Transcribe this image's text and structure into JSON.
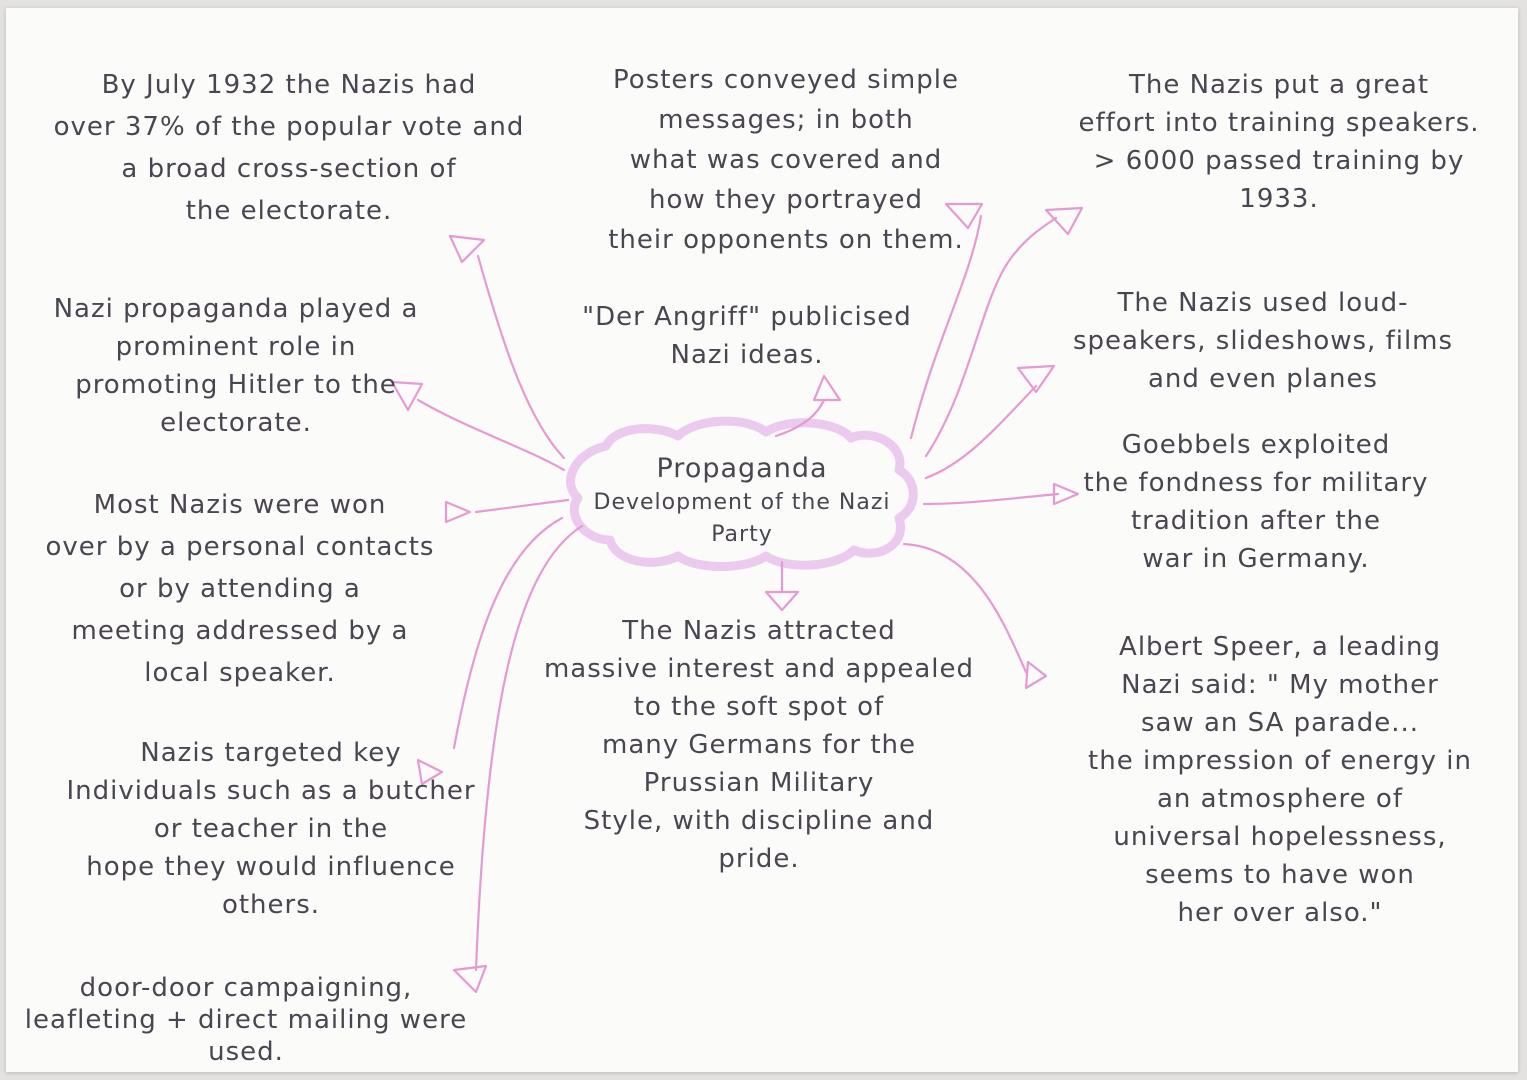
{
  "colors": {
    "ink": "#4a4550",
    "arrow": "#e59ad3",
    "cloud": "#ecc9ee",
    "paper": "#fbfbfa",
    "table": "#e4e2e0"
  },
  "hub": {
    "title": "Propaganda",
    "subtitle": "Development of the Nazi\nParty"
  },
  "notes": {
    "july_1932": "By July 1932 the Nazis had\nover 37% of the popular vote and\na broad cross-section of\nthe electorate.",
    "posters": "Posters conveyed simple\nmessages; in both\nwhat was covered and\nhow they portrayed\ntheir opponents on them.",
    "training_speakers": "The Nazis put a great\neffort into training speakers.\n> 6000 passed training by\n1933.",
    "promoting_hitler": "Nazi propaganda played a\nprominent role in\npromoting Hitler to the\nelectorate.",
    "der_angriff": "\"Der Angriff\" publicised\nNazi ideas.",
    "loudspeakers": "The Nazis used loud-\nspeakers, slideshows, films\nand even planes",
    "goebbels": "Goebbels exploited\nthe fondness for military\ntradition after the\nwar in Germany.",
    "personal_contacts": "Most Nazis were won\nover by a personal contacts\nor by attending a\nmeeting addressed by a\nlocal speaker.",
    "massive_interest": "The Nazis attracted\nmassive interest and appealed\nto the soft spot of\nmany Germans for the\nPrussian Military\nStyle, with discipline and\npride.",
    "albert_speer": "Albert Speer, a leading\nNazi said: \" My mother\nsaw an SA parade...\nthe impression of energy in\nan atmosphere of\nuniversal hopelessness,\nseems to have won\nher over also.\"",
    "key_individuals": "Nazis targeted key\nIndividuals such as a butcher\nor teacher in the\nhope they would influence\nothers.",
    "door_to_door": "door-door campaigning,\nleafleting + direct mailing were\nused."
  }
}
